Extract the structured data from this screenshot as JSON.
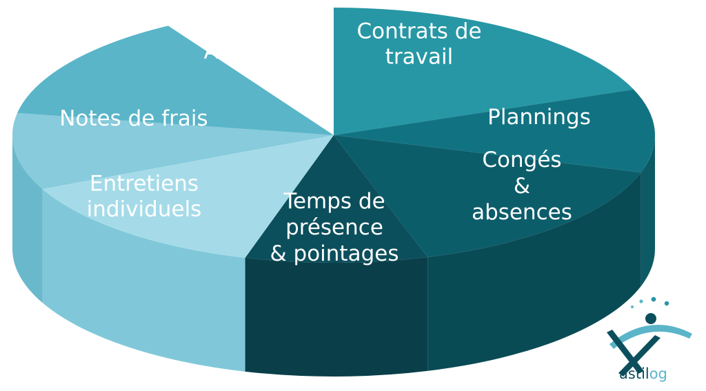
{
  "diagram": {
    "segments": [
      {
        "id": "contrats",
        "lines": [
          "Contrats de",
          "travail"
        ],
        "top_color": "#2797a5",
        "side_color": "#1d7480"
      },
      {
        "id": "plannings",
        "lines": [
          "Plannings"
        ],
        "top_color": "#117382",
        "side_color": "#0d5a65"
      },
      {
        "id": "conges",
        "lines": [
          "Congés",
          "&",
          "absences"
        ],
        "top_color": "#0c5d6a",
        "side_color": "#094b55"
      },
      {
        "id": "temps",
        "lines": [
          "Temps de",
          "présence",
          "& pointages"
        ],
        "top_color": "#0c4f5c",
        "side_color": "#0a3f4a"
      },
      {
        "id": "entretiens",
        "lines": [
          "Entretiens",
          "individuels"
        ],
        "top_color": "#a5dbe8",
        "side_color": "#80c8d9"
      },
      {
        "id": "notes",
        "lines": [
          "Notes de frais"
        ],
        "top_color": "#87cbdc",
        "side_color": "#6ab8cc"
      },
      {
        "id": "activites",
        "lines": [
          "Activités"
        ],
        "top_color": "#5ab5c8",
        "side_color": "#4aa0b3"
      }
    ],
    "label_color": "#ffffff"
  },
  "logo": {
    "text_a": "astil",
    "text_b": "og",
    "color_dark": "#0c4f5c",
    "color_light": "#5ab5c8"
  }
}
